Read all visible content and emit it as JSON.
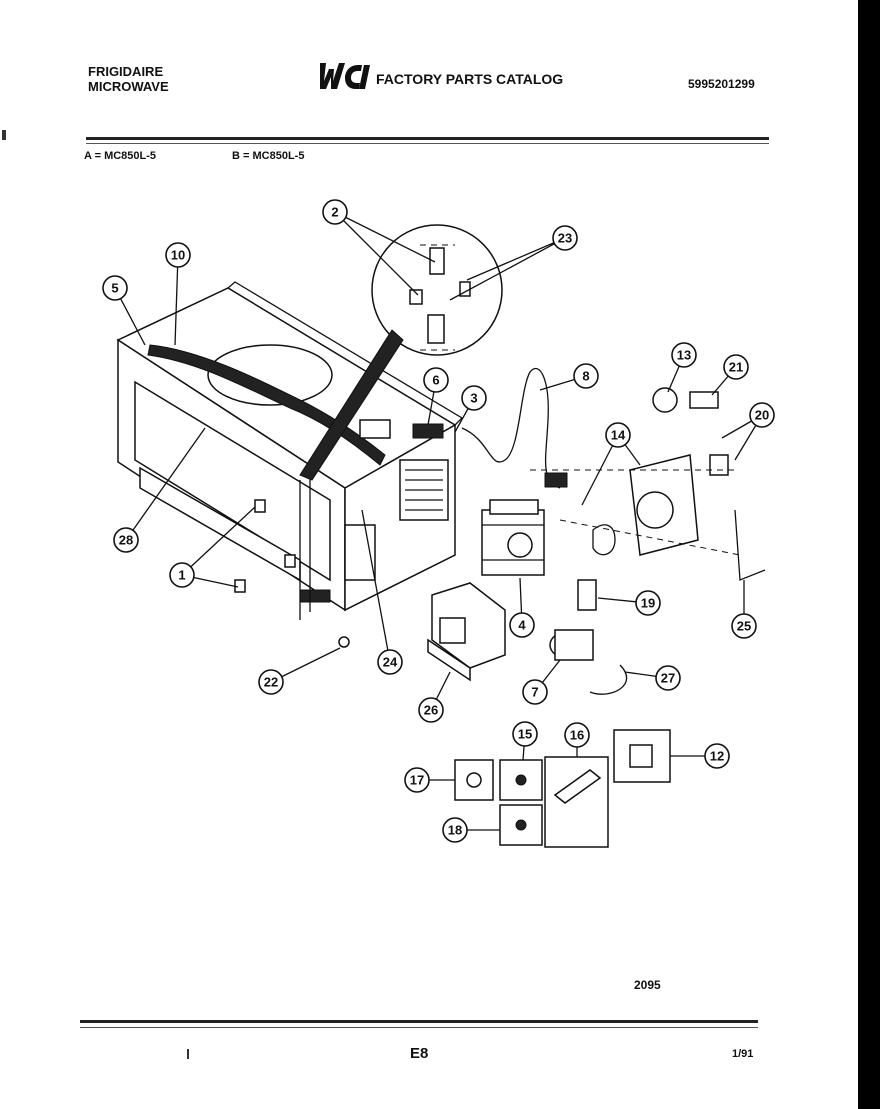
{
  "header": {
    "brand_line1": "FRIGIDAIRE",
    "brand_line2": "MICROWAVE",
    "catalog_title": "FACTORY PARTS CATALOG",
    "logo_text": "WCI",
    "part_number": "5995201299"
  },
  "models": {
    "a": "A = MC850L-5",
    "b": "B = MC850L-5"
  },
  "diagram": {
    "callouts": [
      "1",
      "2",
      "3",
      "4",
      "5",
      "6",
      "7",
      "8",
      "10",
      "12",
      "13",
      "14",
      "15",
      "16",
      "17",
      "18",
      "19",
      "20",
      "21",
      "22",
      "23",
      "24",
      "25",
      "26",
      "27",
      "28"
    ]
  },
  "footer": {
    "code": "2095",
    "page": "E8",
    "date": "1/91"
  }
}
